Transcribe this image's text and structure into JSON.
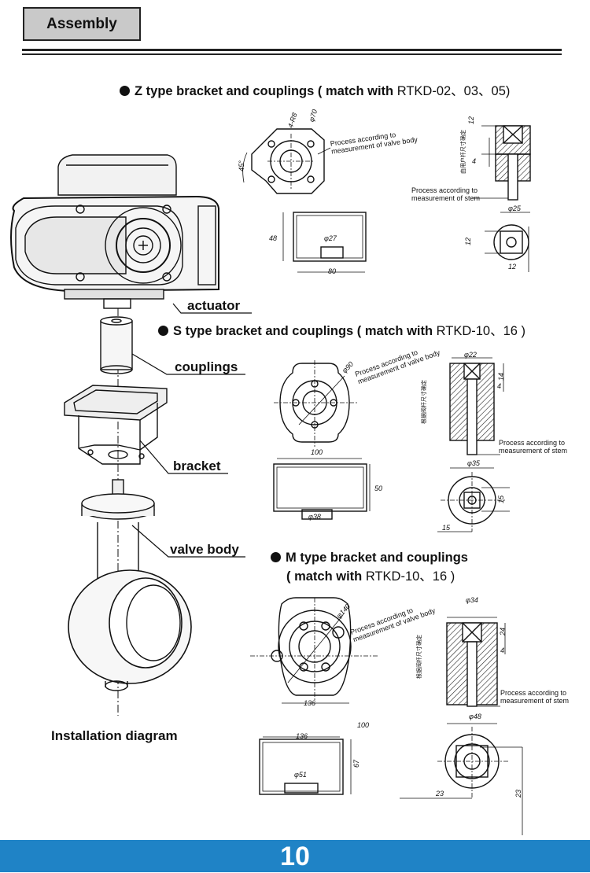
{
  "header": {
    "title": "Assembly"
  },
  "sections": {
    "z": {
      "title": "Z type bracket and couplings ( match with ",
      "models": "RTKD-02、03、05)"
    },
    "s": {
      "title": "S type bracket and couplings ( match with ",
      "models": "RTKD-10、16 )"
    },
    "m": {
      "title": "M  type bracket and couplings",
      "title2": "( match with ",
      "models": "RTKD-10、16 )"
    }
  },
  "labels": {
    "actuator": "actuator",
    "couplings": "couplings",
    "bracket": "bracket",
    "valve_body": "valve body",
    "installation": "Installation diagram"
  },
  "notes": {
    "valve_body_1": "Process according to",
    "valve_body_2": "measurement of valve body",
    "stem_1": "Process according to",
    "stem_2": "measurement of stem",
    "chinese": "由用户杆尺寸确定",
    "chinese2": "根据阀杆尺寸确定"
  },
  "z_dims": {
    "r8": "4-R8",
    "d70": "φ70",
    "a45": "45°",
    "h48": "48",
    "d27": "φ27",
    "w80": "80",
    "t12": "12",
    "t4": "4",
    "d25": "φ25",
    "s12a": "12",
    "s12b": "12"
  },
  "s_dims": {
    "d90": "φ90",
    "w100": "100",
    "h50": "50",
    "d38": "φ38",
    "d22": "φ22",
    "t14": "14",
    "t4": "4",
    "d35": "φ35",
    "s15a": "15",
    "s15b": "15"
  },
  "m_dims": {
    "d140": "φ140",
    "w136": "136",
    "w136b": "136",
    "w100": "100",
    "h67": "67",
    "d51": "φ51",
    "d34": "φ34",
    "t24": "24",
    "t4": "4",
    "d48": "φ48",
    "s23a": "23",
    "s23b": "23"
  },
  "footer": {
    "page": "10",
    "color": "#1f83c6"
  }
}
